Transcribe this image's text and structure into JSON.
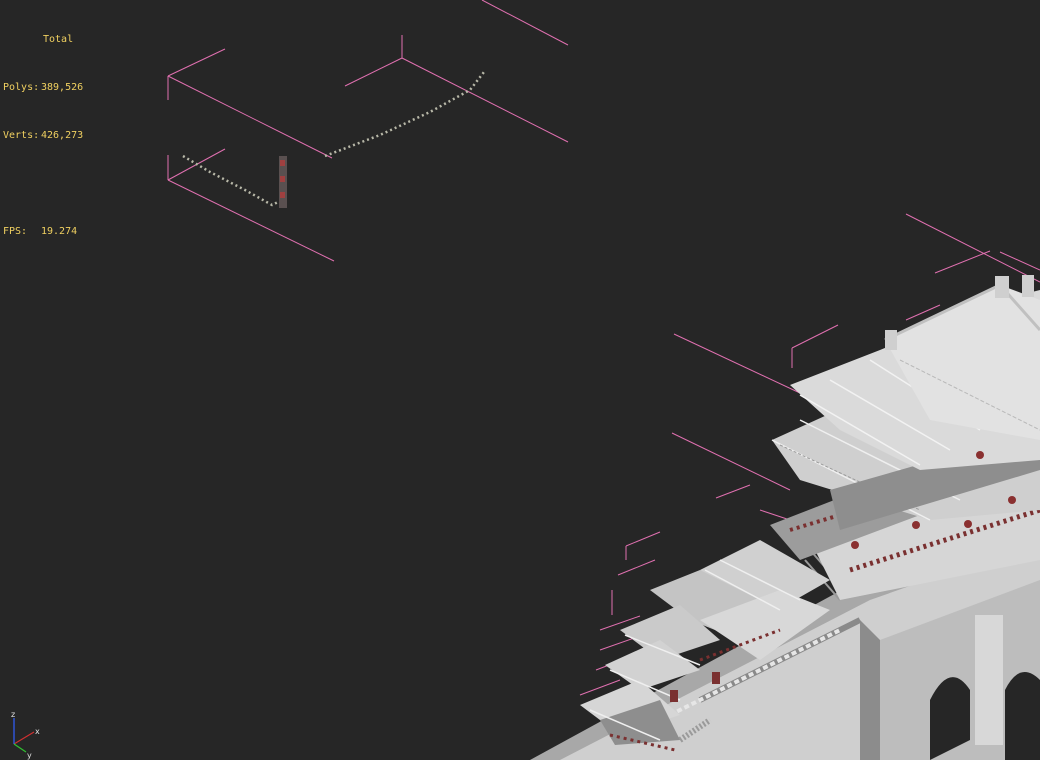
{
  "viewport": {
    "background": "#262626",
    "stats_color": "#f0d060",
    "wire_color": "#e070b0",
    "stats": {
      "title": "Total",
      "polys_label": "Polys:",
      "polys_value": "389,526",
      "verts_label": "Verts:",
      "verts_value": "426,273",
      "fps_label": "FPS:",
      "fps_value": "19.274"
    },
    "axis_gizmo": {
      "x_label": "x",
      "y_label": "y",
      "z_label": "z",
      "x_color": "#d03030",
      "y_color": "#30c030",
      "z_color": "#3060ff"
    }
  }
}
